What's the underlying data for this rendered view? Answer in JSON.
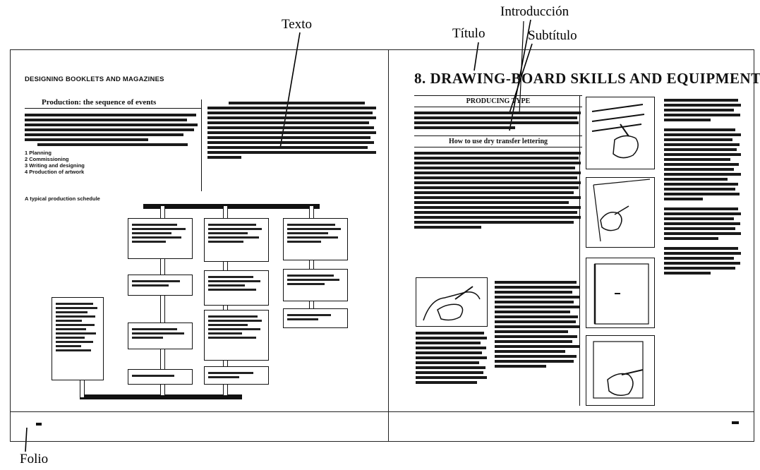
{
  "annotations": {
    "texto": "Texto",
    "introduccion": "Introducción",
    "titulo": "Título",
    "subtitulo": "Subtítulo",
    "folio": "Folio"
  },
  "left_page": {
    "running_head": "DESIGNING BOOKLETS AND MAGAZINES",
    "section_title": "Production: the sequence of events",
    "list": [
      "1  Planning",
      "2  Commissioning",
      "3  Writing and designing",
      "4  Production of artwork"
    ],
    "schedule_caption": "A typical production schedule"
  },
  "right_page": {
    "chapter_title": "8. DRAWING-BOARD SKILLS AND EQUIPMENT",
    "box_heading": "PRODUCING TYPE",
    "subheading": "How to use dry transfer lettering"
  }
}
